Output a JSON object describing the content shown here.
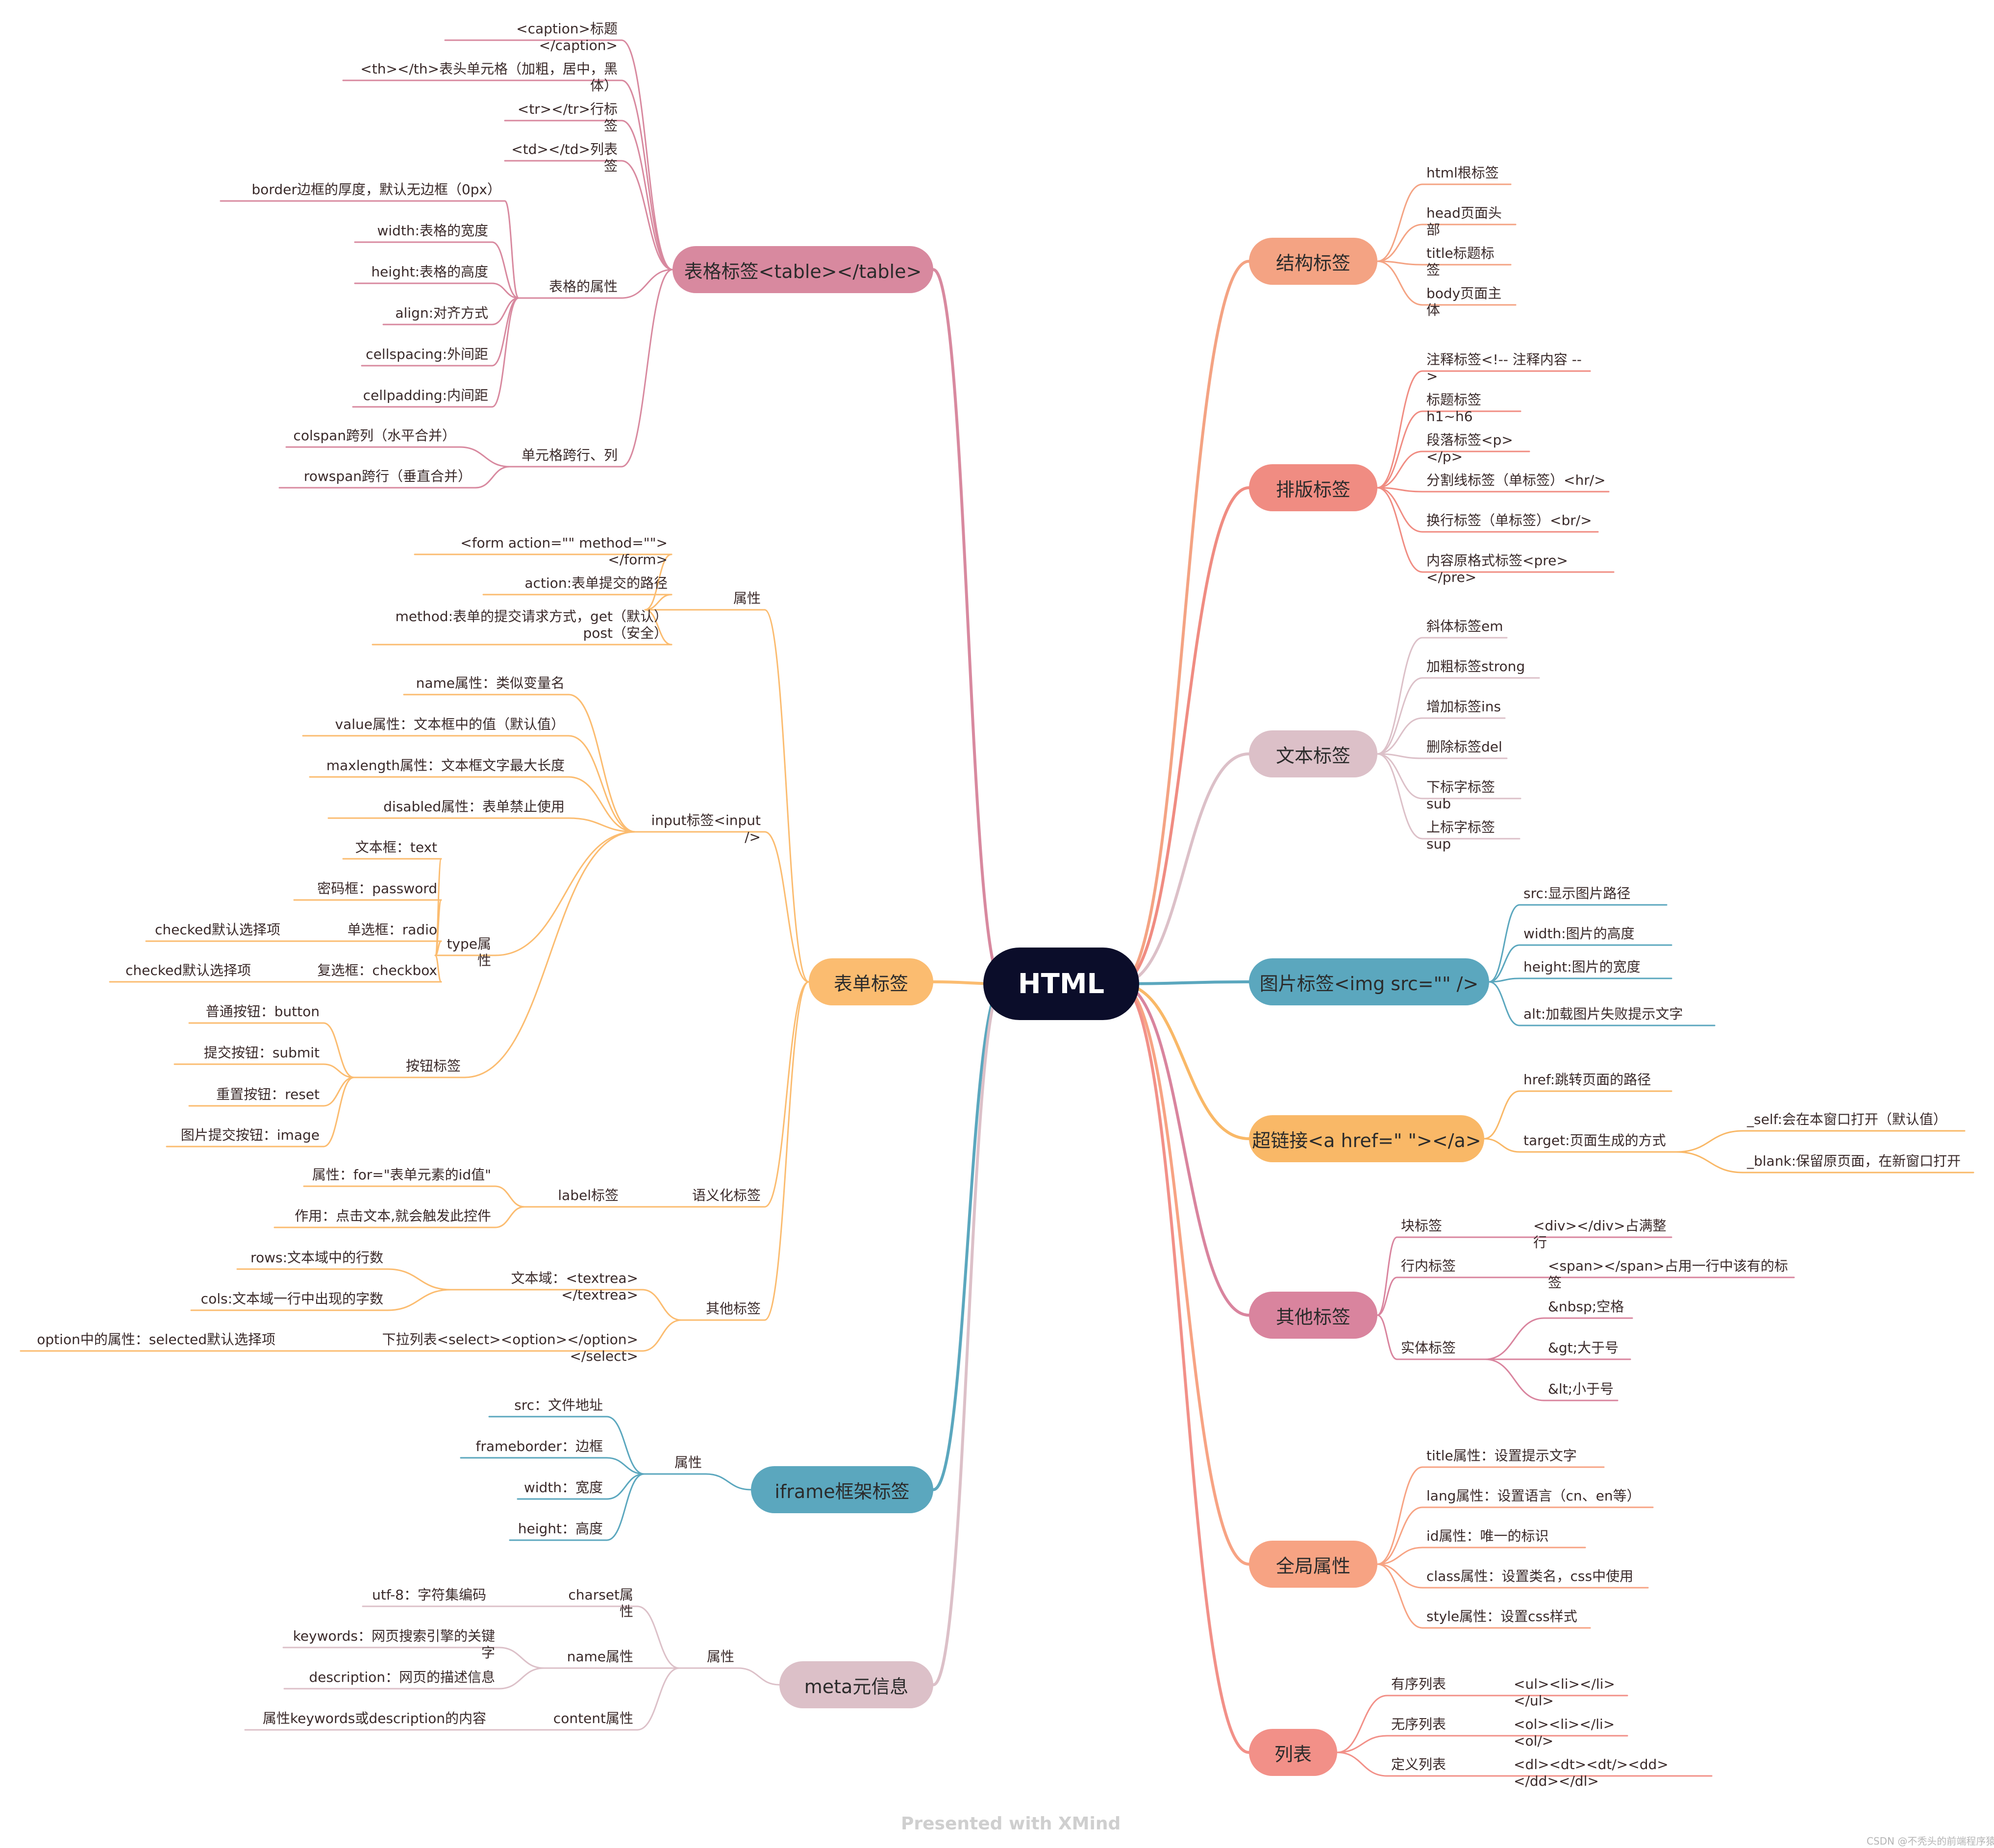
{
  "root": {
    "label": "HTML"
  },
  "branches": [
    {
      "id": "structure",
      "label": "结构标签",
      "color": "#f4a383",
      "children": [
        {
          "label": "html根标签"
        },
        {
          "label": "head页面头部"
        },
        {
          "label": "title标题标签"
        },
        {
          "label": "body页面主体"
        }
      ]
    },
    {
      "id": "layout",
      "label": "排版标签",
      "color": "#f08c82",
      "children": [
        {
          "label": "注释标签<!-- 注释内容 -->"
        },
        {
          "label": "标题标签h1~h6"
        },
        {
          "label": "段落标签<p></p>"
        },
        {
          "label": "分割线标签（单标签）<hr/>"
        },
        {
          "label": "换行标签（单标签）<br/>"
        },
        {
          "label": "内容原格式标签<pre></pre>"
        }
      ]
    },
    {
      "id": "text",
      "label": "文本标签",
      "color": "#dcc0c8",
      "children": [
        {
          "label": "斜体标签em"
        },
        {
          "label": "加粗标签strong"
        },
        {
          "label": "增加标签ins"
        },
        {
          "label": "删除标签del"
        },
        {
          "label": "下标字标签sub"
        },
        {
          "label": "上标字标签sup"
        }
      ]
    },
    {
      "id": "image",
      "label": "图片标签<img src=\"\" />",
      "color": "#5ba7be",
      "children": [
        {
          "label": "src:显示图片路径"
        },
        {
          "label": "width:图片的高度"
        },
        {
          "label": "height:图片的宽度"
        },
        {
          "label": "alt:加载图片失败提示文字"
        }
      ]
    },
    {
      "id": "link",
      "label": "超链接<a href=\" \"></a>",
      "color": "#f9b867",
      "children": [
        {
          "label": "href:跳转页面的路径"
        },
        {
          "label": "target:页面生成的方式",
          "children": [
            {
              "label": "_self:会在本窗口打开（默认值）"
            },
            {
              "label": "_blank:保留原页面，在新窗口打开"
            }
          ]
        }
      ]
    },
    {
      "id": "other",
      "label": "其他标签",
      "color": "#d9849e",
      "children": [
        {
          "label": "块标签",
          "children": [
            {
              "label": "<div></div>占满整行"
            }
          ]
        },
        {
          "label": "行内标签",
          "children": [
            {
              "label": "<span></span>占用一行中该有的标签"
            }
          ]
        },
        {
          "label": "实体标签",
          "children": [
            {
              "label": "&nbsp;空格"
            },
            {
              "label": "&gt;大于号"
            },
            {
              "label": "&lt;小于号"
            }
          ]
        }
      ]
    },
    {
      "id": "global",
      "label": "全局属性",
      "color": "#f7a383",
      "children": [
        {
          "label": "title属性：设置提示文字"
        },
        {
          "label": "lang属性：设置语言（cn、en等）"
        },
        {
          "label": "id属性：唯一的标识"
        },
        {
          "label": "class属性：设置类名，css中使用"
        },
        {
          "label": "style属性：设置css样式"
        }
      ]
    },
    {
      "id": "list",
      "label": "列表",
      "color": "#f29088",
      "children": [
        {
          "label": "有序列表",
          "children": [
            {
              "label": "<ul><li></li></ul>"
            }
          ]
        },
        {
          "label": "无序列表",
          "children": [
            {
              "label": "<ol><li></li><ol/>"
            }
          ]
        },
        {
          "label": "定义列表",
          "children": [
            {
              "label": "<dl><dt><dt/><dd></dd></dl>"
            }
          ]
        }
      ]
    },
    {
      "id": "table",
      "label": "表格标签<table></table>",
      "color": "#d8899f",
      "children": [
        {
          "label": "<caption>标题</caption>"
        },
        {
          "label": "<th></th>表头单元格（加粗，居中，黑体）"
        },
        {
          "label": "<tr></tr>行标签"
        },
        {
          "label": "<td></td>列表签"
        },
        {
          "label": "表格的属性",
          "children": [
            {
              "label": "border边框的厚度，默认无边框（0px）"
            },
            {
              "label": "width:表格的宽度"
            },
            {
              "label": "height:表格的高度"
            },
            {
              "label": "align:对齐方式"
            },
            {
              "label": "cellspacing:外间距"
            },
            {
              "label": "cellpadding:内间距"
            }
          ]
        },
        {
          "label": "单元格跨行、列",
          "children": [
            {
              "label": "colspan跨列（水平合并）"
            },
            {
              "label": "rowspan跨行（垂直合并）"
            }
          ]
        }
      ]
    },
    {
      "id": "form",
      "label": "表单标签",
      "color": "#fbbc70",
      "children": [
        {
          "label": "属性",
          "children": [
            {
              "label": "<form action=\"\" method=\"\"></form>"
            },
            {
              "label": "action:表单提交的路径"
            },
            {
              "label": "method:表单的提交请求方式，get（默认）\npost（安全）"
            }
          ]
        },
        {
          "label": "input标签<input />",
          "children": [
            {
              "label": "name属性：类似变量名"
            },
            {
              "label": "value属性：文本框中的值（默认值）"
            },
            {
              "label": "maxlength属性：文本框文字最大长度"
            },
            {
              "label": "disabled属性：表单禁止使用"
            },
            {
              "label": "type属性",
              "children": [
                {
                  "label": "文本框：text"
                },
                {
                  "label": "密码框：password"
                },
                {
                  "label": "单选框：radio",
                  "children": [
                    {
                      "label": "checked默认选择项"
                    }
                  ]
                },
                {
                  "label": "复选框：checkbox",
                  "children": [
                    {
                      "label": "checked默认选择项"
                    }
                  ]
                }
              ]
            },
            {
              "label": "按钮标签",
              "children": [
                {
                  "label": "普通按钮：button"
                },
                {
                  "label": "提交按钮：submit"
                },
                {
                  "label": "重置按钮：reset"
                },
                {
                  "label": "图片提交按钮：image"
                }
              ]
            }
          ]
        },
        {
          "label": "语义化标签",
          "children": [
            {
              "label": "label标签",
              "children": [
                {
                  "label": "属性：for=\"表单元素的id值\""
                },
                {
                  "label": "作用：点击文本,就会触发此控件"
                }
              ]
            }
          ]
        },
        {
          "label": "其他标签",
          "children": [
            {
              "label": "文本域：<textrea></textrea>",
              "children": [
                {
                  "label": "rows:文本域中的行数"
                },
                {
                  "label": "cols:文本域一行中出现的字数"
                }
              ]
            },
            {
              "label": "下拉列表<select><option></option></select>",
              "children": [
                {
                  "label": "option中的属性：selected默认选择项"
                }
              ]
            }
          ]
        }
      ]
    },
    {
      "id": "iframe",
      "label": "iframe框架标签",
      "color": "#5ba7be",
      "children": [
        {
          "label": "属性",
          "children": [
            {
              "label": "src：文件地址"
            },
            {
              "label": "frameborder：边框"
            },
            {
              "label": "width：宽度"
            },
            {
              "label": "height：高度"
            }
          ]
        }
      ]
    },
    {
      "id": "meta",
      "label": "meta元信息",
      "color": "#dcc0c8",
      "children": [
        {
          "label": "属性",
          "children": [
            {
              "label": "charset属性",
              "children": [
                {
                  "label": "utf-8：字符集编码"
                }
              ]
            },
            {
              "label": "name属性",
              "children": [
                {
                  "label": "keywords：网页搜索引擎的关键字"
                },
                {
                  "label": "description：网页的描述信息"
                }
              ]
            },
            {
              "label": "content属性",
              "children": [
                {
                  "label": "属性keywords或description的内容"
                }
              ]
            }
          ]
        }
      ]
    }
  ],
  "watermark": "Presented with XMind",
  "credit": "CSDN @不秃头的前端程序猿"
}
